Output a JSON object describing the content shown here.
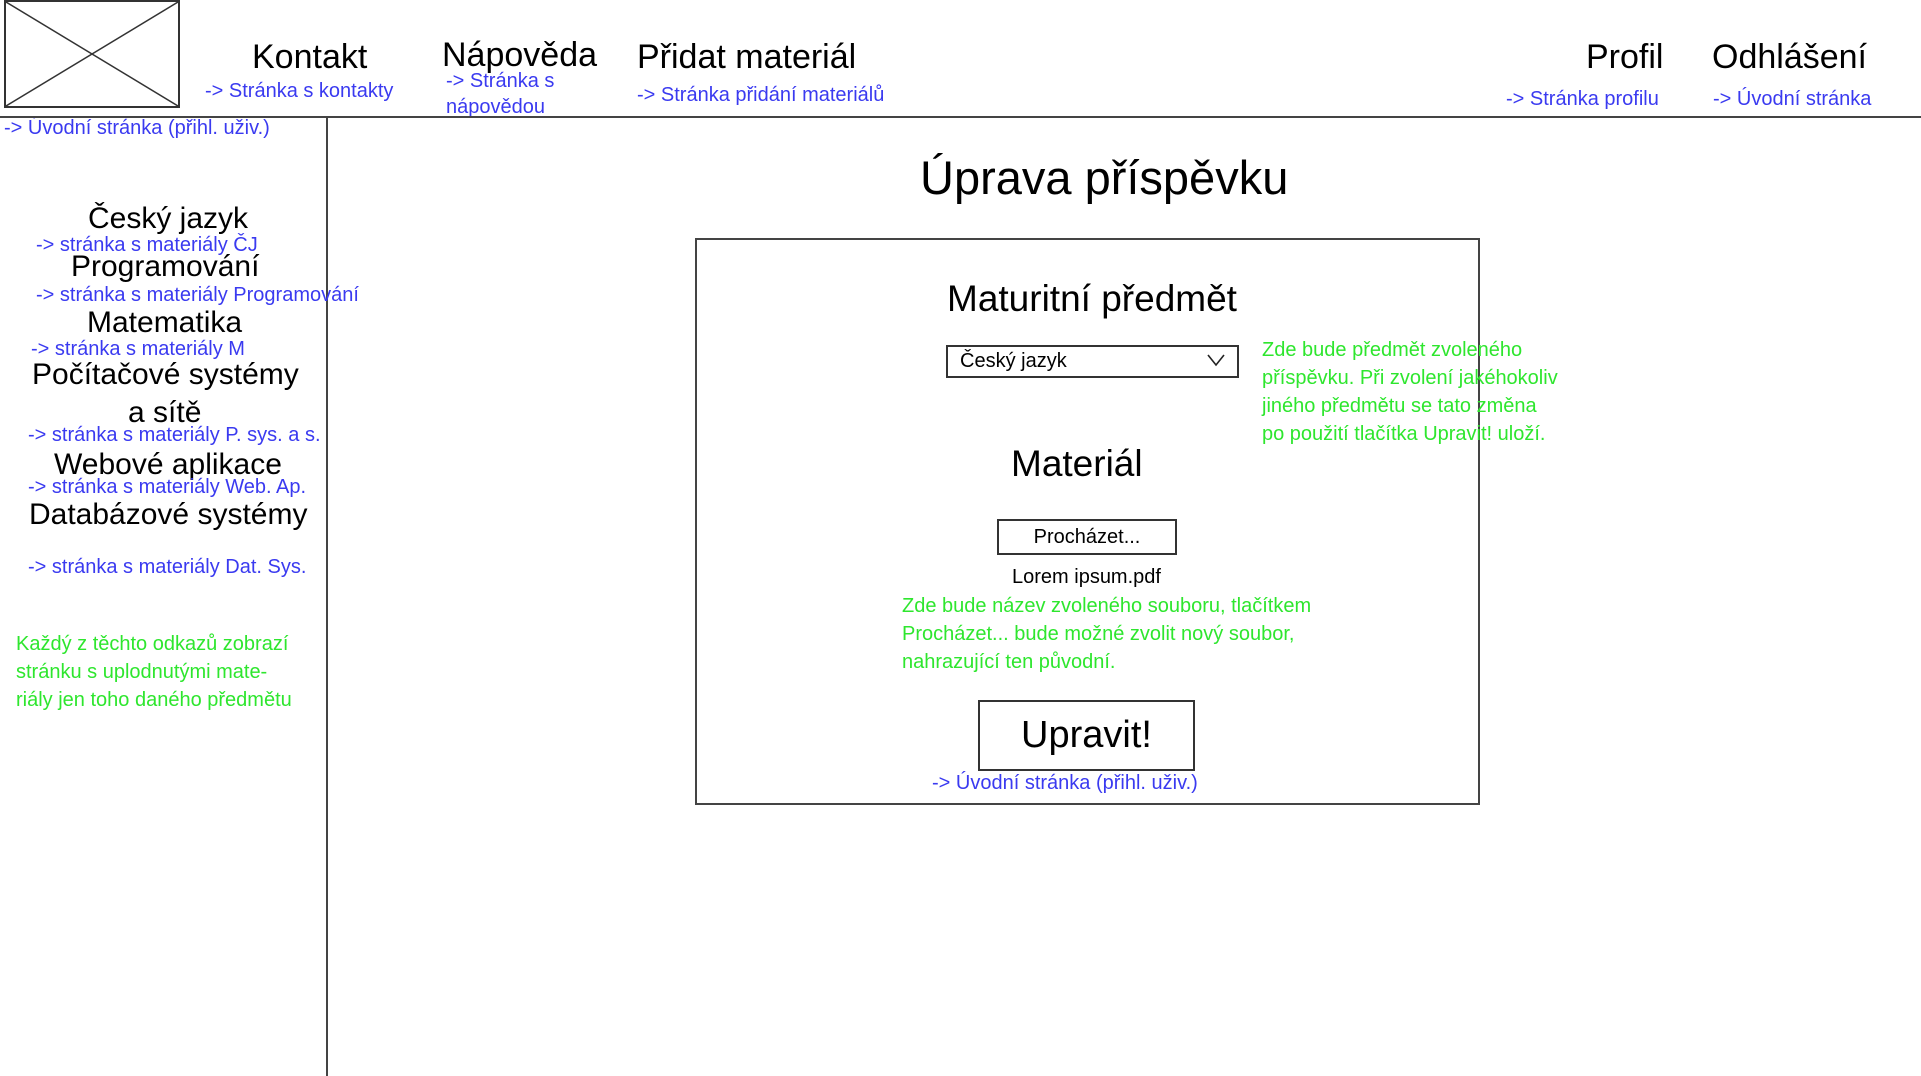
{
  "header": {
    "logo_alt": "",
    "kontakt": {
      "label": "Kontakt",
      "link": "-> Stránka s kontakty"
    },
    "napoveda": {
      "label": "Nápověda",
      "link_line1": "-> Stránka s",
      "link_line2": "nápovědou"
    },
    "pridat": {
      "label": "Přidat materiál",
      "link": "-> Stránka přidání materiálů"
    },
    "profil": {
      "label": "Profil",
      "link": "-> Stránka profilu"
    },
    "odhlaseni": {
      "label": "Odhlášení",
      "link": "-> Úvodní stránka"
    },
    "logo_link": "-> Úvodní stránka (přihl. uživ.)"
  },
  "sidebar": {
    "items": [
      {
        "label": "Český jazyk",
        "link": "-> stránka s materiály ČJ"
      },
      {
        "label": "Programování",
        "link": "-> stránka s materiály Programování"
      },
      {
        "label": "Matematika",
        "link": "-> stránka s materiály M"
      },
      {
        "label_line1": "Počítačové systémy",
        "label_line2": "a sítě",
        "link": "-> stránka s materiály P. sys. a s."
      },
      {
        "label": "Webové aplikace",
        "link": "-> stránka s materiály Web. Ap."
      },
      {
        "label": "Databázové systémy",
        "link": "-> stránka s materiály Dat. Sys."
      }
    ],
    "note_lines": [
      "Každý z těchto odkazů zobrazí",
      "stránku s uplodnutými mate-",
      "riály jen toho daného předmětu"
    ]
  },
  "main": {
    "title": "Úprava příspěvku",
    "subject_heading": "Maturitní předmět",
    "subject_selected": "Český jazyk",
    "subject_note_lines": [
      "Zde bude předmět zvoleného",
      "příspěvku.  Při zvolení jakéhokoliv",
      "jiného předmětu se tato změna",
      "po použití tlačítka Upravit! uloží."
    ],
    "material_heading": "Materiál",
    "browse_label": "Procházet...",
    "file_name": "Lorem ipsum.pdf",
    "file_note_lines": [
      "Zde bude název zvoleného souboru, tlačítkem",
      "Procházet... bude možné zvolit nový soubor,",
      "nahrazující ten původní."
    ],
    "submit_label": "Upravit!",
    "submit_link": "-> Úvodní stránka (přihl. uživ.)"
  },
  "colors": {
    "link": "#3a3af0",
    "note": "#2ee62e",
    "line": "#444444"
  }
}
